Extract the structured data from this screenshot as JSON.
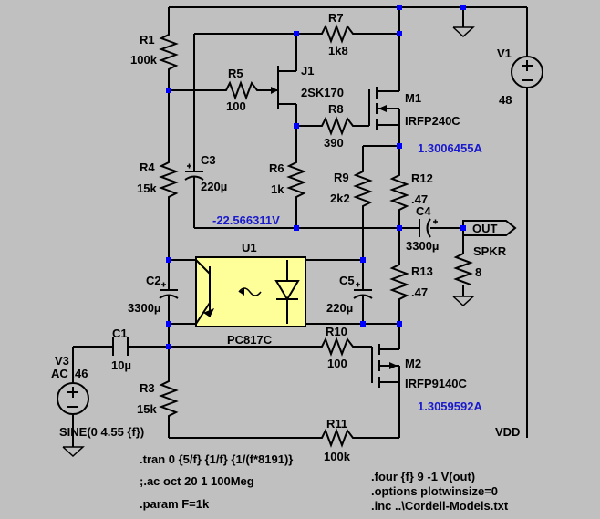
{
  "colors": {
    "background": "#c0c0c0",
    "wire": "#000000",
    "node": "#0000ff",
    "opto_fill": "#ffff99",
    "readout": "#1a1acd"
  },
  "components": {
    "R1": {
      "name": "R1",
      "value": "100k"
    },
    "R3": {
      "name": "R3",
      "value": "15k"
    },
    "R4": {
      "name": "R4",
      "value": "15k"
    },
    "R5": {
      "name": "R5",
      "value": "100"
    },
    "R6": {
      "name": "R6",
      "value": "1k"
    },
    "R7": {
      "name": "R7",
      "value": "1k8"
    },
    "R8": {
      "name": "R8",
      "value": "390"
    },
    "R9": {
      "name": "R9",
      "value": "2k2"
    },
    "R10": {
      "name": "R10",
      "value": "100"
    },
    "R11": {
      "name": "R11",
      "value": "100k"
    },
    "R12": {
      "name": "R12",
      "value": ".47"
    },
    "R13": {
      "name": "R13",
      "value": ".47"
    },
    "C1": {
      "name": "C1",
      "value": "10µ"
    },
    "C2": {
      "name": "C2",
      "value": "3300µ"
    },
    "C3": {
      "name": "C3",
      "value": "220µ"
    },
    "C4": {
      "name": "C4",
      "value": "3300µ"
    },
    "C5": {
      "name": "C5",
      "value": "220µ"
    },
    "J1": {
      "name": "J1",
      "value": "2SK170"
    },
    "M1": {
      "name": "M1",
      "value": "IRFP240C"
    },
    "M2": {
      "name": "M2",
      "value": "IRFP9140C"
    },
    "U1": {
      "name": "U1",
      "value": "PC817C"
    },
    "V1": {
      "name": "V1",
      "value": "48"
    },
    "V3": {
      "name": "V3",
      "value": "AC .46",
      "source": "SINE(0 4.55 {f})"
    },
    "SPKR": {
      "name": "SPKR",
      "value": "8"
    }
  },
  "readouts": {
    "m1_current": "1.3006455A",
    "m2_current": "1.3059592A",
    "node_voltage": "-22.566311V"
  },
  "net_labels": {
    "out": "OUT",
    "vdd": "VDD"
  },
  "directives": {
    "tran": ".tran 0 {5/f} {1/f} {1/(f*8191)}",
    "ac": ";.ac oct 20 1 100Meg",
    "param": ".param F=1k",
    "four": ".four {f} 9 -1 V(out)",
    "options": ".options plotwinsize=0",
    "inc": ".inc ..\\Cordell-Models.txt"
  }
}
